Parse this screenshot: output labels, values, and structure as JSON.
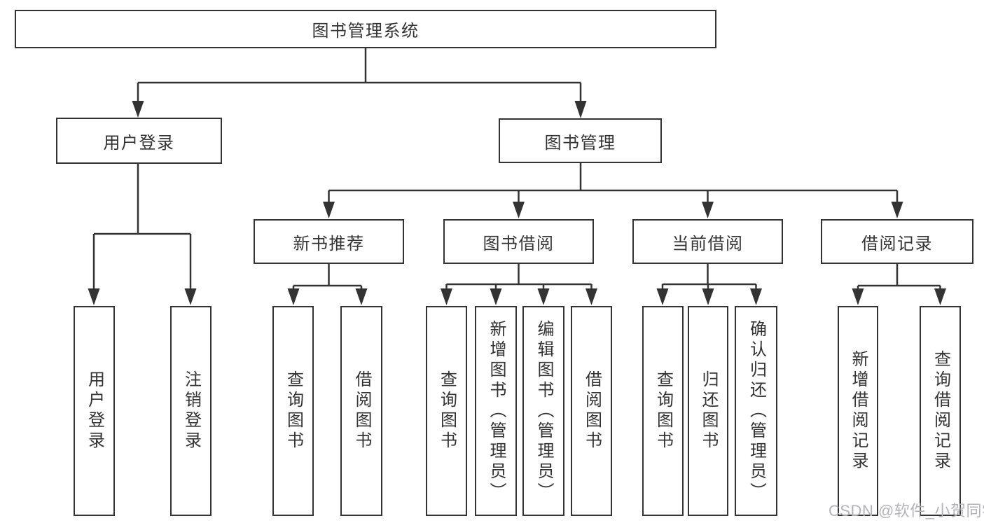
{
  "diagram_type": "tree-structure-chart",
  "colors": {
    "line": "#333333",
    "box_border": "#333333",
    "text": "#333333",
    "background": "#ffffff",
    "watermark": "#b2b2b8"
  },
  "nodes": {
    "root": {
      "label": "图书管理系统"
    },
    "level2": [
      {
        "label": "用户登录",
        "parent": "图书管理系统"
      },
      {
        "label": "图书管理",
        "parent": "图书管理系统"
      }
    ],
    "level3": [
      {
        "label": "新书推荐",
        "parent": "图书管理"
      },
      {
        "label": "图书借阅",
        "parent": "图书管理"
      },
      {
        "label": "当前借阅",
        "parent": "图书管理"
      },
      {
        "label": "借阅记录",
        "parent": "图书管理"
      }
    ],
    "leaves": [
      {
        "label": "用户登录",
        "parent": "用户登录"
      },
      {
        "label": "注销登录",
        "parent": "用户登录"
      },
      {
        "label": "查询图书",
        "parent": "新书推荐"
      },
      {
        "label": "借阅图书",
        "parent": "新书推荐"
      },
      {
        "label": "查询图书",
        "parent": "图书借阅"
      },
      {
        "label": "新增图书（管理员）",
        "parent": "图书借阅"
      },
      {
        "label": "编辑图书（管理员）",
        "parent": "图书借阅"
      },
      {
        "label": "借阅图书",
        "parent": "图书借阅"
      },
      {
        "label": "查询图书",
        "parent": "当前借阅"
      },
      {
        "label": "归还图书",
        "parent": "当前借阅"
      },
      {
        "label": "确认归还（管理员）",
        "parent": "当前借阅"
      },
      {
        "label": "新增借阅记录",
        "parent": "借阅记录"
      },
      {
        "label": "查询借阅记录",
        "parent": "借阅记录"
      }
    ]
  },
  "watermark": {
    "text": "CSDN @软件_小贺同学"
  }
}
